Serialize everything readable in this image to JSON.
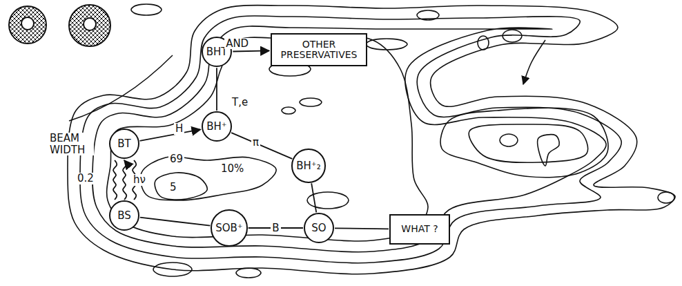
{
  "diagram": {
    "nodes": [
      {
        "text": [
          "BHT"
        ]
      },
      {
        "text": [
          "OTHER PRESERVATIVES"
        ]
      },
      {
        "text": [
          "BT"
        ]
      },
      {
        "text": [
          "BH⁺"
        ]
      },
      {
        "text": [
          "BH⁺₂"
        ]
      },
      {
        "text": [
          "BS"
        ]
      },
      {
        "text": [
          "SOB⁺"
        ]
      },
      {
        "text": [
          "SO"
        ]
      },
      {
        "text": [
          "WHAT ?"
        ]
      }
    ],
    "edges": [
      {
        "from": 0,
        "to": 1,
        "label": "AND",
        "arrow": "to"
      },
      {
        "from": 0,
        "to": 3,
        "arrow": "none"
      },
      {
        "from": 2,
        "to": 3,
        "arrow": "to"
      },
      {
        "from": 5,
        "to": 2,
        "label": "hν",
        "arrow": "to"
      },
      {
        "from": 3,
        "to": 4,
        "arrow": "none"
      },
      {
        "from": 4,
        "to": 7,
        "arrow": "none"
      },
      {
        "from": 5,
        "to": 6,
        "arrow": "none"
      },
      {
        "from": 6,
        "to": 7,
        "label": "B",
        "arrow": "none"
      },
      {
        "from": 7,
        "to": 8,
        "arrow": "none"
      }
    ],
    "labels": [
      "BEAM WIDTH",
      "0.2",
      "H",
      "T,e",
      "π",
      "69",
      "10%",
      "5"
    ]
  }
}
